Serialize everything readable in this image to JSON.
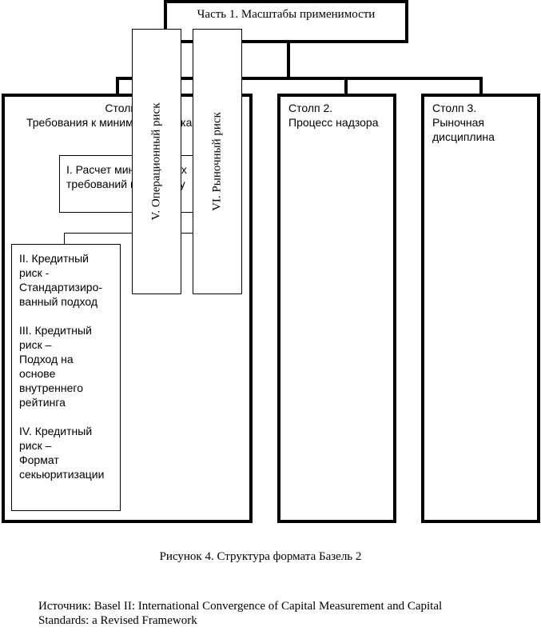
{
  "top_box": {
    "title": "Часть 1. Масштабы применимости"
  },
  "pillar1": {
    "line1": "Столп 1.",
    "line2": "Требования к минимальному капиталу"
  },
  "pillar2": {
    "line1": "Столп 2.",
    "line2": "Процесс надзора"
  },
  "pillar3": {
    "line1": "Столп 3.",
    "line2": "Рыночная",
    "line3": "дисциплина"
  },
  "calc_box": {
    "line1": "I. Расчет минимальных",
    "line2": "требований к капиталу"
  },
  "operational": {
    "label": "V. Операционный риск"
  },
  "market": {
    "label": "VI. Рыночный риск"
  },
  "credit_box": {
    "item2": [
      "II. Кредитный",
      "риск -",
      "Стандартизиро-",
      "ванный подход"
    ],
    "item3": [
      "III. Кредитный",
      "риск –",
      "Подход на",
      "основе",
      "внутреннего",
      "рейтинга"
    ],
    "item4": [
      "IV. Кредитный",
      "риск –",
      "Формат",
      "секьюритизации"
    ]
  },
  "caption": "Рисунок 4. Структура формата Базель 2",
  "source": {
    "line1": "Источник: Basel II: International Convergence of Capital Measurement and Capital",
    "line2": "Standards: a Revised Framework"
  }
}
